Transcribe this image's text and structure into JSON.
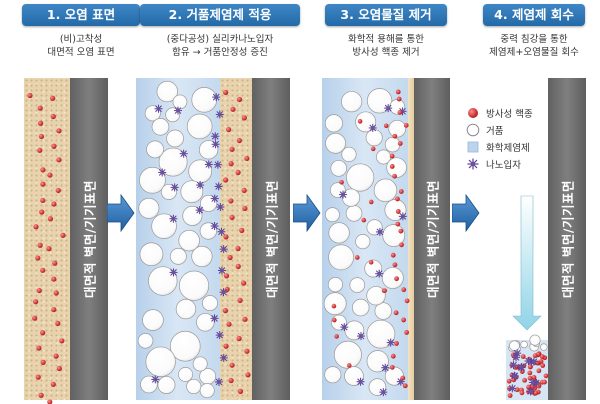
{
  "steps": [
    {
      "title": "1. 오염 표면",
      "desc": [
        "(비)고착성",
        "대면적 오염 표면"
      ]
    },
    {
      "title": "2. 거품제염제 적용",
      "desc": [
        "(중다공성) 실리카나노입자",
        "함유 → 거품안정성 증진"
      ]
    },
    {
      "title": "3. 오염물질 제거",
      "desc": [
        "화학적 용해를 통한",
        "방사성 핵종 제거"
      ]
    },
    {
      "title": "4. 제염제 회수",
      "desc": [
        "중력 침강을 통한",
        "제염제+오염물질 회수"
      ]
    }
  ],
  "wall_label": "대면적 벽면/기기표면",
  "legend": [
    {
      "icon": "red-sphere-icon",
      "label": "방사성 핵종"
    },
    {
      "icon": "white-circle-icon",
      "label": "거품"
    },
    {
      "icon": "blue-square-icon",
      "label": "화학제염제"
    },
    {
      "icon": "purple-star-icon",
      "label": "나노입자"
    }
  ],
  "colors": {
    "title_bar": "#2f78b9",
    "nuclide": "#c81e1e",
    "foam": "#ffffff",
    "chemical": "#bcd3ec",
    "nanoparticle": "#5a3f8f",
    "wall": "#6e6e6e",
    "sand": "#e8d3ad",
    "arrow": "#2769b0"
  }
}
